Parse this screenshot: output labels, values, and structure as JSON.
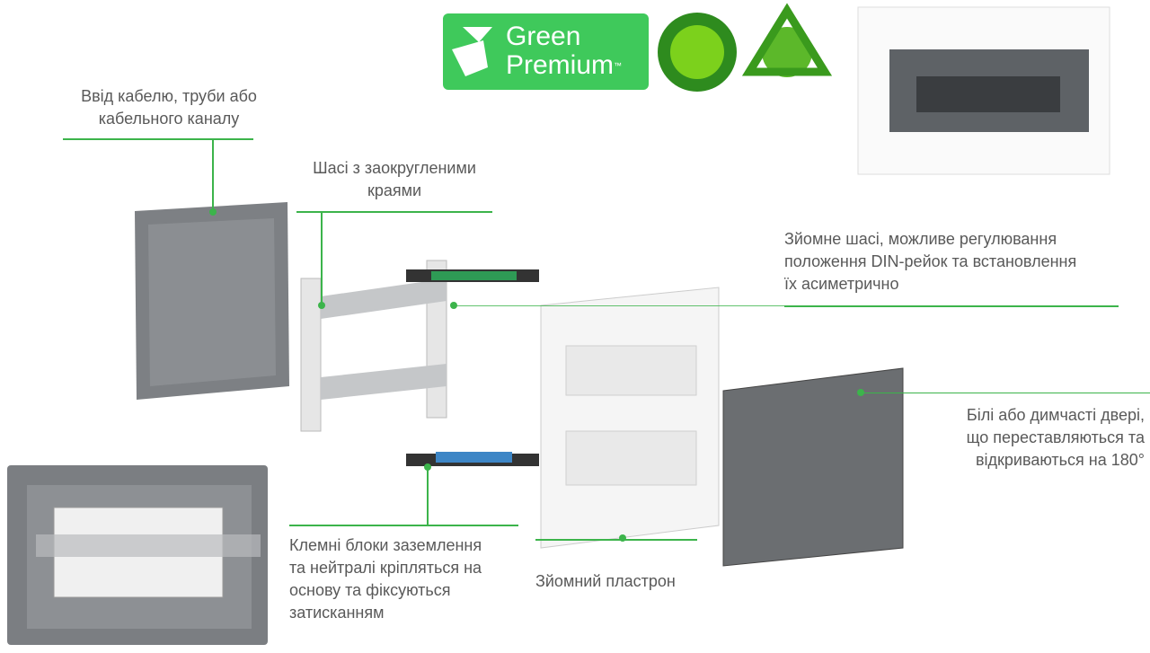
{
  "logos": {
    "green_premium_line1": "Green",
    "green_premium_line2": "Premium",
    "green_premium_tm": "™"
  },
  "labels": {
    "cable_entry": [
      "Ввід кабелю, труби або",
      "кабельного каналу"
    ],
    "rounded_chassis": [
      "Шасі з заокругленими",
      "краями"
    ],
    "removable_chassis": [
      "Зйомне шасі, можливе регулювання",
      "положення DIN-рейок та встановлення",
      "їх асиметрично"
    ],
    "door": [
      "Білі або димчасті двері,",
      "що переставляються та",
      "відкриваються на 180°"
    ],
    "terminal_blocks": [
      "Клемні блоки заземлення",
      "та нейтралі кріпляться на",
      "основу та фіксуються",
      "затисканням"
    ],
    "front_plate": [
      "Зйомний пластрон"
    ]
  },
  "colors": {
    "accent": "#3cb44b",
    "text": "#595959"
  }
}
